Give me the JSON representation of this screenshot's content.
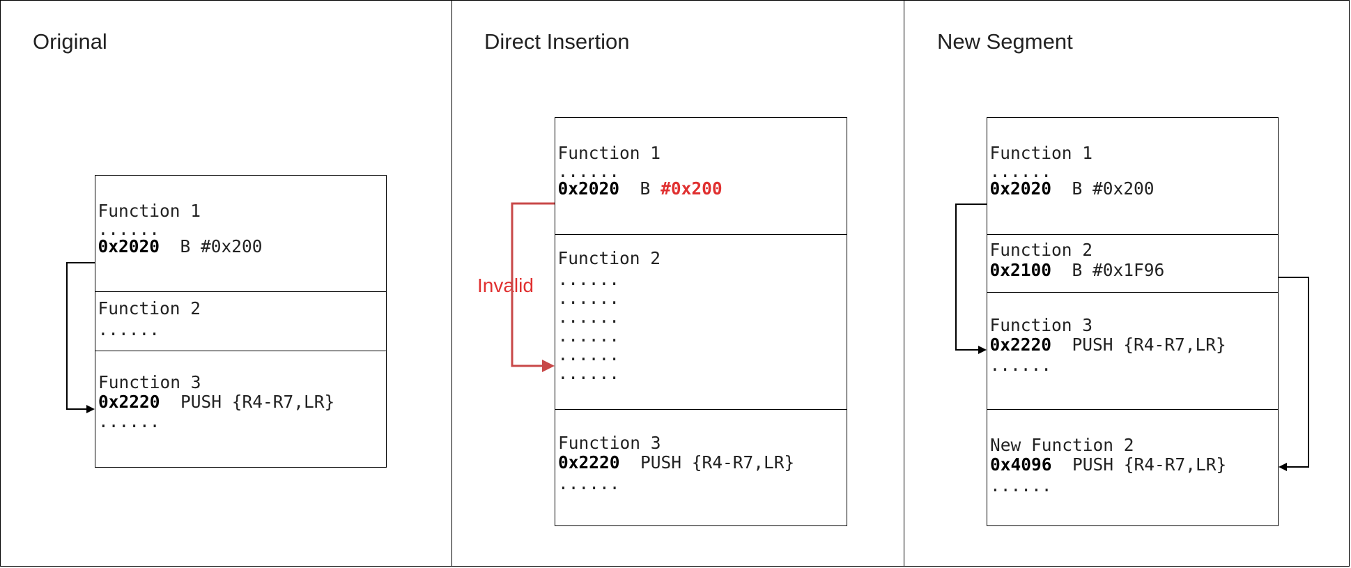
{
  "panels": [
    {
      "title": "Original",
      "f1": {
        "name": "Function 1",
        "dots": "......",
        "addr": "0x2020",
        "instr": "B #0x200"
      },
      "f2": {
        "name": "Function 2",
        "dots": "......"
      },
      "f3": {
        "name": "Function 3",
        "addr": "0x2220",
        "instr": "PUSH {R4-R7,LR}",
        "dots": "......"
      }
    },
    {
      "title": "Direct Insertion",
      "f1": {
        "name": "Function 1",
        "dots": "......",
        "addr": "0x2020",
        "instr_op": "B",
        "instr_arg": "#0x200"
      },
      "f2": {
        "name": "Function 2",
        "dots": [
          "......",
          "......",
          "......",
          "......",
          "......",
          "......"
        ]
      },
      "f3": {
        "name": "Function 3",
        "addr": "0x2220",
        "instr": "PUSH {R4-R7,LR}",
        "dots": "......"
      },
      "invalid_label": "Invalid"
    },
    {
      "title": "New Segment",
      "f1": {
        "name": "Function 1",
        "dots": "......",
        "addr": "0x2020",
        "instr": "B #0x200"
      },
      "f2": {
        "name": "Function 2",
        "addr": "0x2100",
        "instr": "B #0x1F96"
      },
      "f3": {
        "name": "Function 3",
        "addr": "0x2220",
        "instr": "PUSH {R4-R7,LR}",
        "dots": "......"
      },
      "f4": {
        "name": "New Function 2",
        "addr": "0x4096",
        "instr": "PUSH {R4-R7,LR}",
        "dots": "......"
      }
    }
  ],
  "colors": {
    "invalid": "#e03030",
    "invalid_arrow": "#c84848",
    "line": "#000000"
  }
}
